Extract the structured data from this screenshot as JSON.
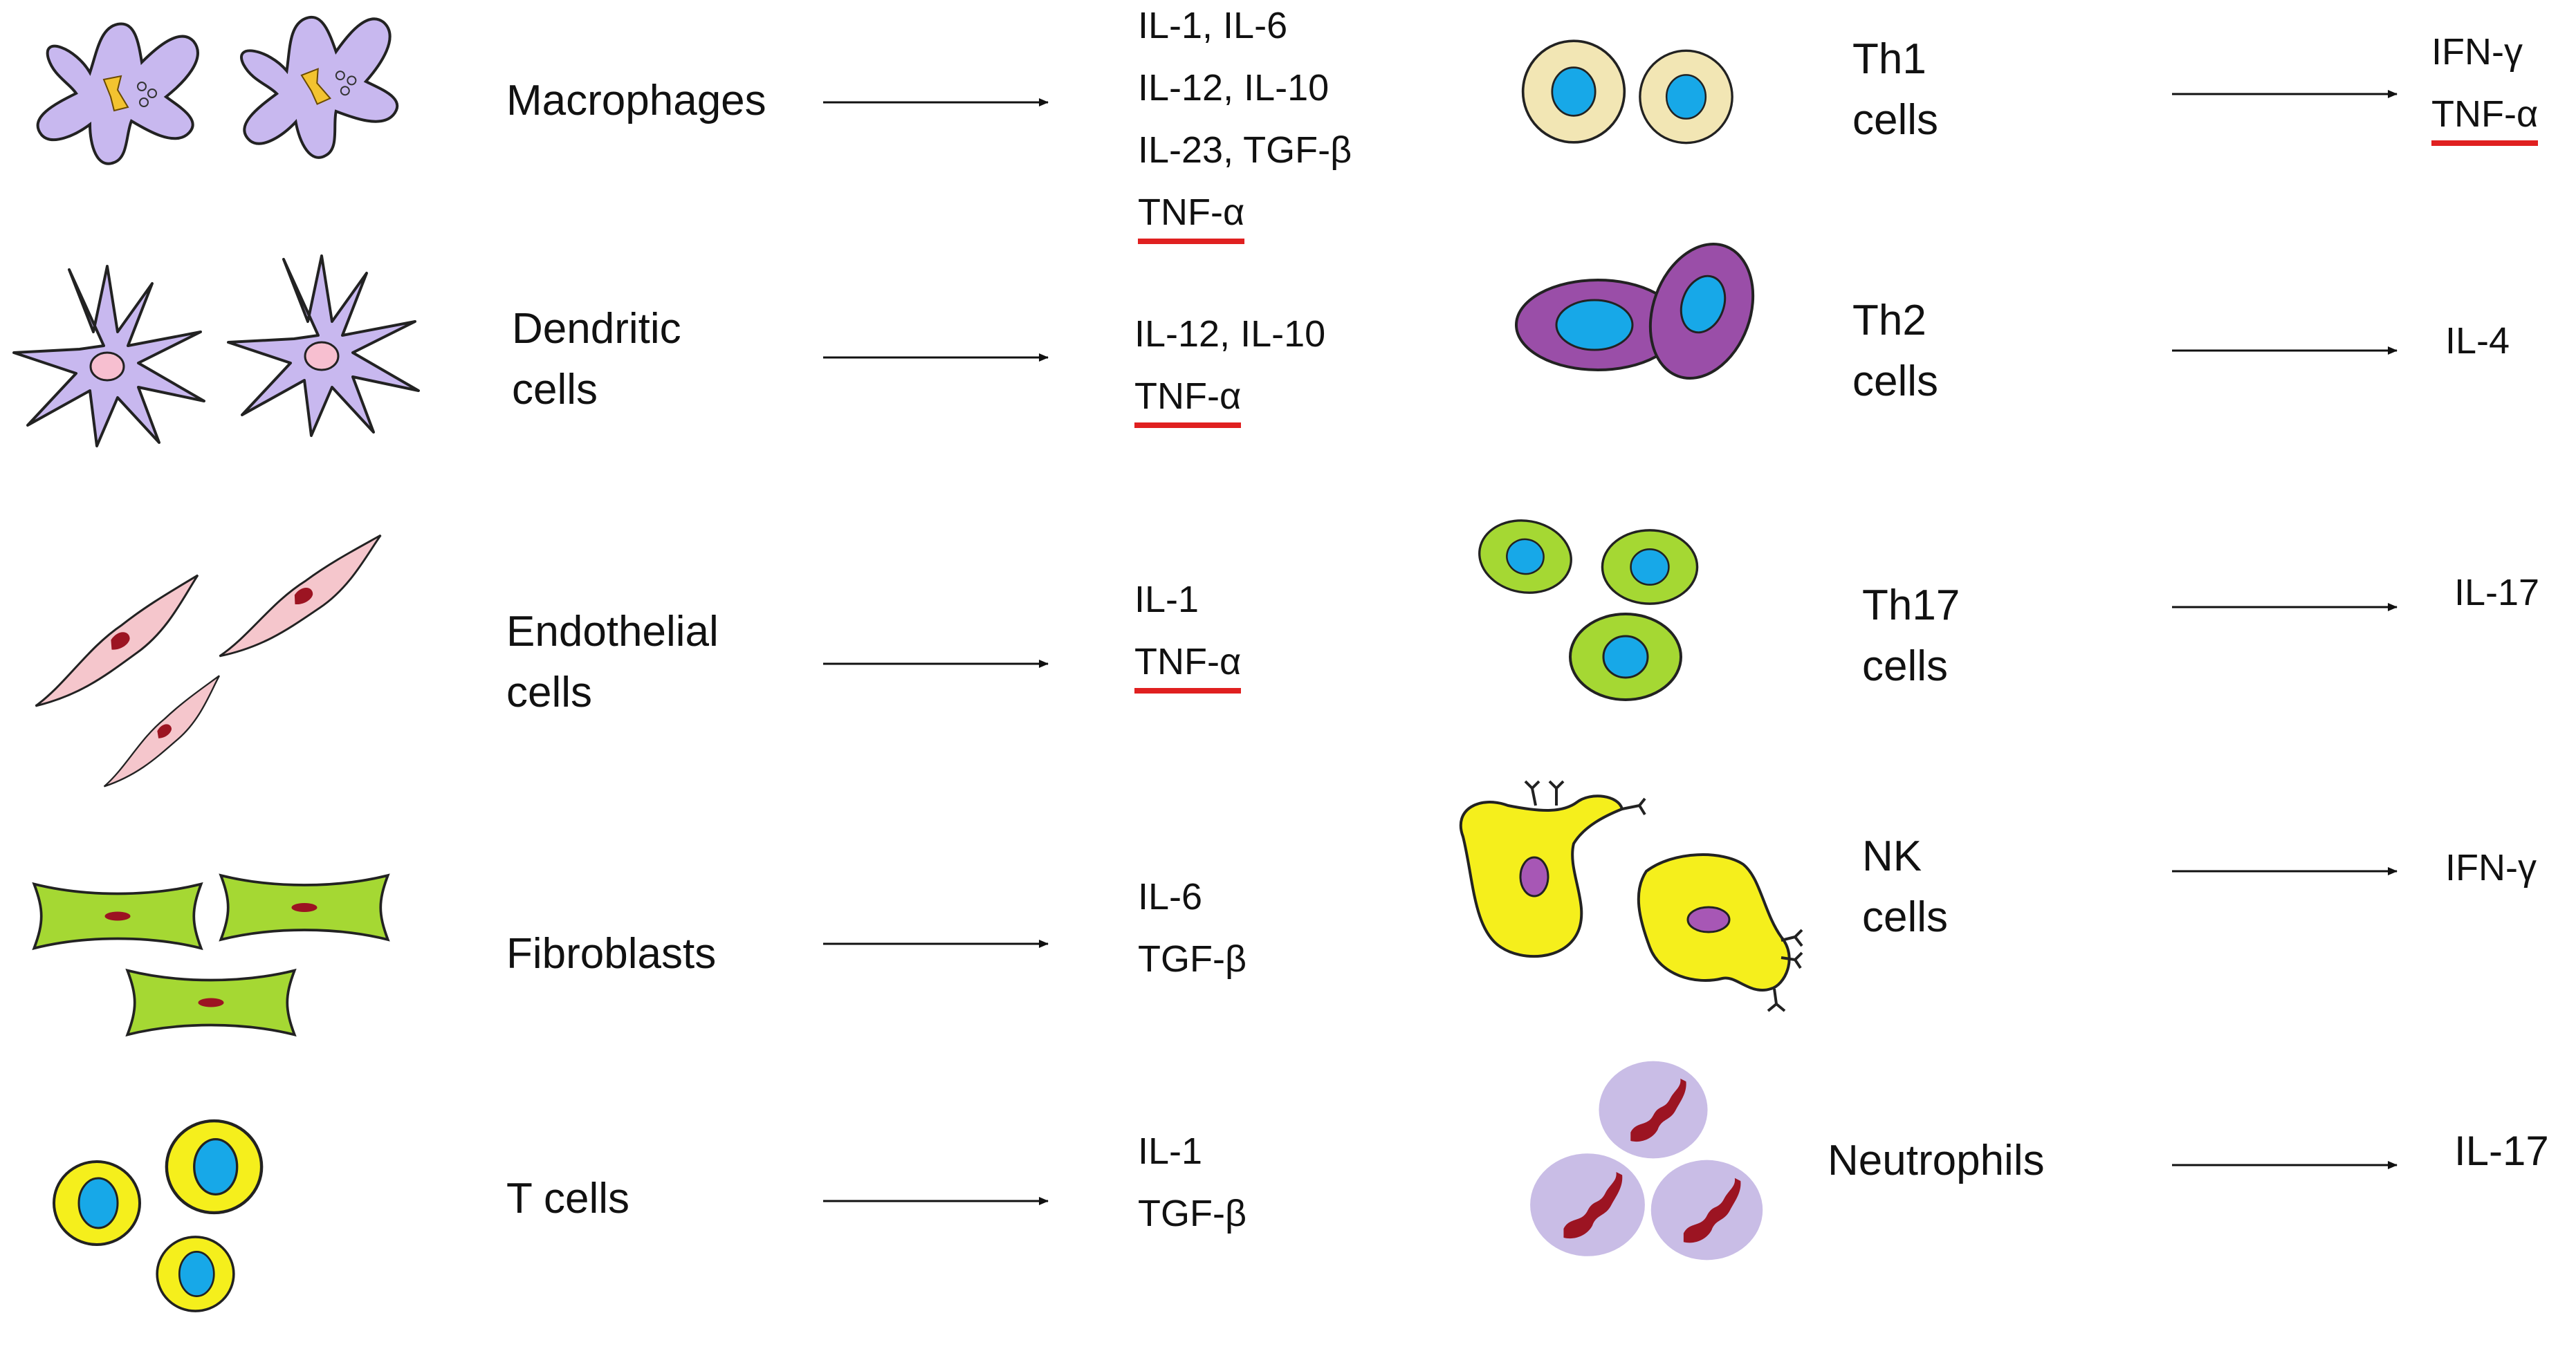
{
  "colors": {
    "macrophage": "#c8b8ef",
    "endothelial": "#f5c6cc",
    "fibroblast": "#a5d833",
    "t_cell": "#f5ef1c",
    "nucleus_blue": "#17a8e8",
    "th1_cyto": "#f2e6b4",
    "th2_cyto": "#9a4ea8",
    "nk_nucleus": "#a757b5",
    "neutrophil": "#c9bde6",
    "dark_red": "#9c1422",
    "underline": "#e02020",
    "arrow": "#111111"
  },
  "left_rows": [
    {
      "cell": [
        "Macrophages"
      ],
      "cytokines": [
        {
          "text": "IL-1, IL-6"
        },
        {
          "text": "IL-12, IL-10"
        },
        {
          "text": "IL-23, TGF-β"
        },
        {
          "text": "TNF-α",
          "underline": true
        }
      ]
    },
    {
      "cell": [
        "Dendritic",
        "cells"
      ],
      "cytokines": [
        {
          "text": "IL-12, IL-10"
        },
        {
          "text": "TNF-α",
          "underline": true
        }
      ]
    },
    {
      "cell": [
        "Endothelial",
        "cells"
      ],
      "cytokines": [
        {
          "text": "IL-1"
        },
        {
          "text": "TNF-α",
          "underline": true
        }
      ]
    },
    {
      "cell": [
        "Fibroblasts"
      ],
      "cytokines": [
        {
          "text": "IL-6"
        },
        {
          "text": "TGF-β"
        }
      ]
    },
    {
      "cell": [
        "T cells"
      ],
      "cytokines": [
        {
          "text": "IL-1"
        },
        {
          "text": "TGF-β"
        }
      ]
    }
  ],
  "right_rows": [
    {
      "cell": [
        "Th1",
        "cells"
      ],
      "cytokines": [
        {
          "text": "IFN-γ"
        },
        {
          "text": "TNF-α",
          "underline": true
        }
      ]
    },
    {
      "cell": [
        "Th2",
        "cells"
      ],
      "cytokines": [
        {
          "text": "IL-4"
        }
      ]
    },
    {
      "cell": [
        "Th17",
        "cells"
      ],
      "cytokines": [
        {
          "text": "IL-17"
        }
      ]
    },
    {
      "cell": [
        "NK",
        "cells"
      ],
      "cytokines": [
        {
          "text": "IFN-γ"
        }
      ]
    },
    {
      "cell": [
        "Neutrophils"
      ],
      "cytokines": [
        {
          "text": "IL-17"
        }
      ]
    }
  ]
}
